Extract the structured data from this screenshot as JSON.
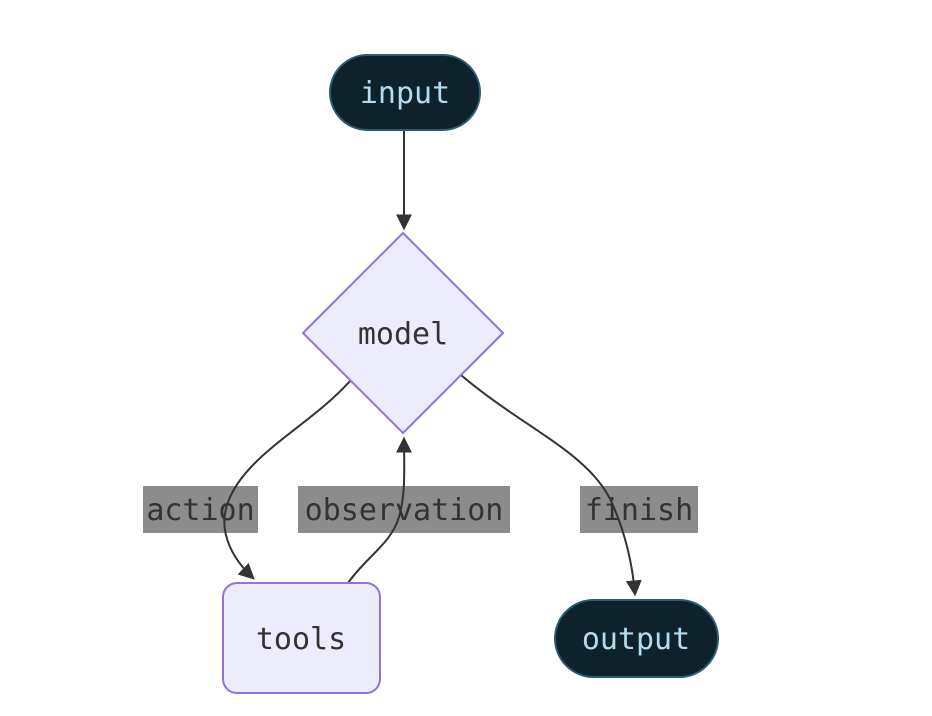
{
  "diagram": {
    "type": "flowchart",
    "direction": "top-down",
    "nodes": [
      {
        "id": "input",
        "label": "input",
        "shape": "stadium",
        "theme": "dark"
      },
      {
        "id": "model",
        "label": "model",
        "shape": "diamond",
        "theme": "light"
      },
      {
        "id": "tools",
        "label": "tools",
        "shape": "rounded-rect",
        "theme": "light"
      },
      {
        "id": "output",
        "label": "output",
        "shape": "stadium",
        "theme": "dark"
      }
    ],
    "edges": [
      {
        "from": "input",
        "to": "model",
        "label": ""
      },
      {
        "from": "model",
        "to": "tools",
        "label": "action"
      },
      {
        "from": "tools",
        "to": "model",
        "label": "observation"
      },
      {
        "from": "model",
        "to": "output",
        "label": "finish"
      }
    ],
    "colors": {
      "background": "#ffffff",
      "dark_node_fill": "#0d222b",
      "dark_node_border": "#2d5b70",
      "dark_node_text": "#b5dcee",
      "light_node_fill": "#ececfc",
      "light_node_border": "#9370db",
      "light_node_text": "#333333",
      "edge_label_bg": "#8c8c8c",
      "edge_label_text": "#333333",
      "edge_line": "#333333"
    }
  }
}
